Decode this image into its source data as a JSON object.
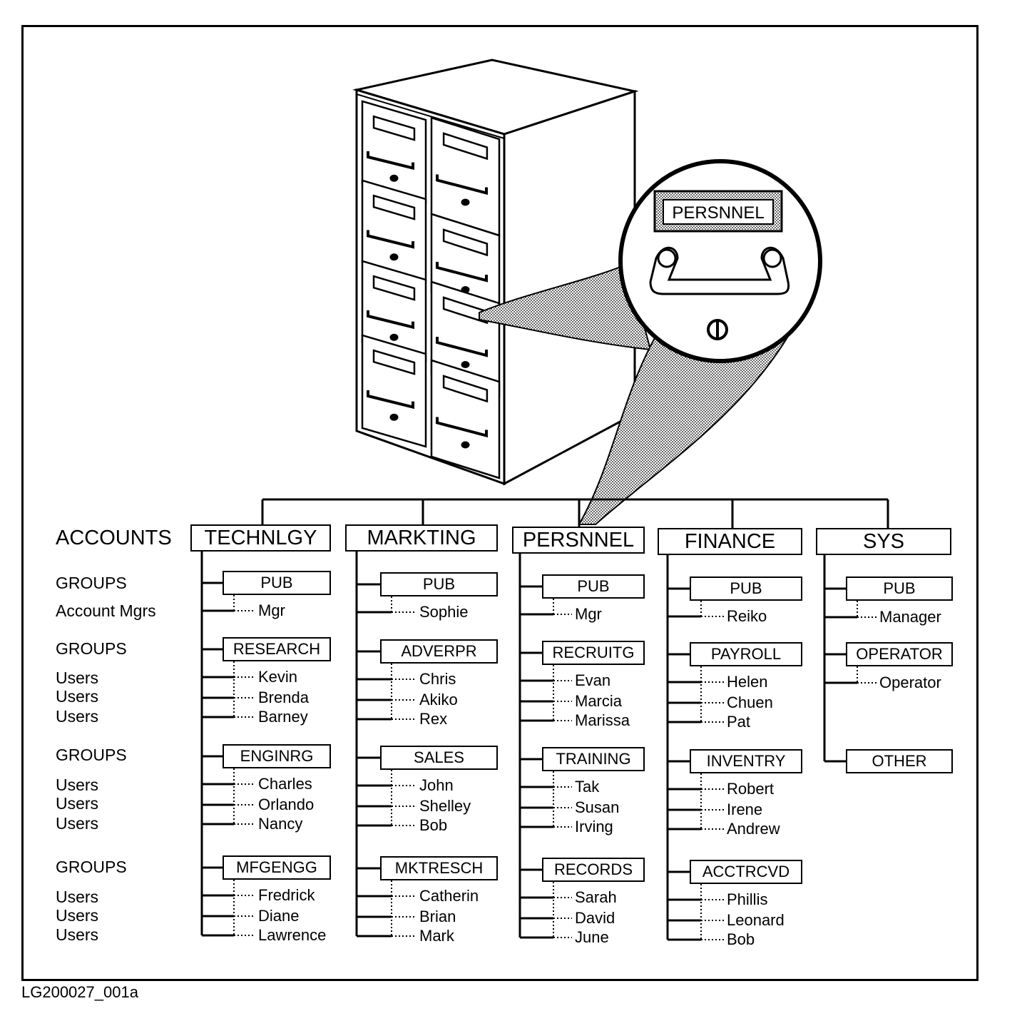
{
  "caption": "LG200027_001a",
  "magnifier_label": "PERSNNEL",
  "side_labels": {
    "accounts": "ACCOUNTS",
    "groups": "GROUPS",
    "account_mgrs": "Account Mgrs",
    "users": "Users"
  },
  "accounts": [
    {
      "name": "TECHNLGY",
      "groups": [
        {
          "name": "PUB",
          "users": [
            "Mgr"
          ]
        },
        {
          "name": "RESEARCH",
          "users": [
            "Kevin",
            "Brenda",
            "Barney"
          ]
        },
        {
          "name": "ENGINRG",
          "users": [
            "Charles",
            "Orlando",
            "Nancy"
          ]
        },
        {
          "name": "MFGENGG",
          "users": [
            "Fredrick",
            "Diane",
            "Lawrence"
          ]
        }
      ]
    },
    {
      "name": "MARKTING",
      "groups": [
        {
          "name": "PUB",
          "users": [
            "Sophie"
          ]
        },
        {
          "name": "ADVERPR",
          "users": [
            "Chris",
            "Akiko",
            "Rex"
          ]
        },
        {
          "name": "SALES",
          "users": [
            "John",
            "Shelley",
            "Bob"
          ]
        },
        {
          "name": "MKTRESCH",
          "users": [
            "Catherin",
            "Brian",
            "Mark"
          ]
        }
      ]
    },
    {
      "name": "PERSNNEL",
      "groups": [
        {
          "name": "PUB",
          "users": [
            "Mgr"
          ]
        },
        {
          "name": "RECRUITG",
          "users": [
            "Evan",
            "Marcia",
            "Marissa"
          ]
        },
        {
          "name": "TRAINING",
          "users": [
            "Tak",
            "Susan",
            "Irving"
          ]
        },
        {
          "name": "RECORDS",
          "users": [
            "Sarah",
            "David",
            "June"
          ]
        }
      ]
    },
    {
      "name": "FINANCE",
      "groups": [
        {
          "name": "PUB",
          "users": [
            "Reiko"
          ]
        },
        {
          "name": "PAYROLL",
          "users": [
            "Helen",
            "Chuen",
            "Pat"
          ]
        },
        {
          "name": "INVENTRY",
          "users": [
            "Robert",
            "Irene",
            "Andrew"
          ]
        },
        {
          "name": "ACCTRCVD",
          "users": [
            "Phillis",
            "Leonard",
            "Bob"
          ]
        }
      ]
    },
    {
      "name": "SYS",
      "groups": [
        {
          "name": "PUB",
          "users": [
            "Manager"
          ]
        },
        {
          "name": "OPERATOR",
          "users": [
            "Operator"
          ]
        },
        {
          "name": "OTHER",
          "users": []
        }
      ]
    }
  ]
}
